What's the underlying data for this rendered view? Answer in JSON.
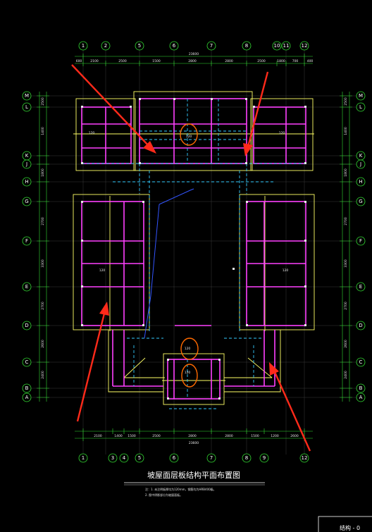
{
  "drawing": {
    "title": "坡屋面层板结构平面布置图",
    "notes": [
      "注：1. 未注明板厚均为120mm，钢筋均为HRB400级。",
      "2. 图中阴影部分为坡屋面板。"
    ],
    "corner_text": "结构 - 0",
    "overall_dim_top": "23600",
    "overall_dim_bottom": "23600",
    "colors": {
      "background": "#000000",
      "beam": "#ff40ff",
      "outline": "#ffff66",
      "axis_grid": "#33dd33",
      "dashed_beam": "#33ccff",
      "annotation_arrow": "#ff2a1a",
      "highlight_circle": "#ff6a00",
      "slope_line": "#3355ff"
    }
  },
  "axes": {
    "top": [
      "1",
      "2",
      "5",
      "6",
      "7",
      "8",
      "10",
      "11",
      "12"
    ],
    "bottom": [
      "1",
      "3",
      "4",
      "5",
      "6",
      "7",
      "8",
      "9",
      "12"
    ],
    "left": [
      "M",
      "L",
      "K",
      "J",
      "H",
      "G",
      "F",
      "E",
      "D",
      "C",
      "B",
      "A"
    ],
    "right": [
      "M",
      "L",
      "K",
      "J",
      "H",
      "G",
      "F",
      "E",
      "D",
      "C",
      "B",
      "A"
    ]
  },
  "dims": {
    "top": [
      "600",
      "2100",
      "2500",
      "1500",
      "2800",
      "2800",
      "2500",
      "1800",
      "700",
      "400"
    ],
    "bottom": [
      "2100",
      "1400",
      "1500",
      "2500",
      "2800",
      "2800",
      "1500",
      "1200",
      "2600"
    ],
    "left": [
      "2500",
      "1400",
      "1800",
      "2700",
      "3300",
      "2700",
      "2600",
      "2400"
    ],
    "right": [
      "2500",
      "1400",
      "1800",
      "2700",
      "3300",
      "2700",
      "2600",
      "2400"
    ]
  },
  "slab_labels": [
    "120",
    "120",
    "120",
    "120",
    "120",
    "120",
    "120"
  ]
}
